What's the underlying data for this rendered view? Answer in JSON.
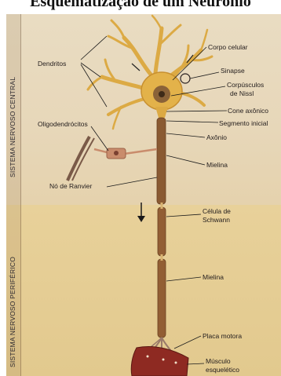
{
  "title": "Esquematização de um Neurônio",
  "regions": {
    "central": "SISTEMA NERVOSO CENTRAL",
    "peripheral": "SISTEMA NERVOSO PERIFÉRICO"
  },
  "labels": {
    "dendritos": "Dendritos",
    "corpo_celular": "Corpo celular",
    "sinapse": "Sinapse",
    "corpusculos_1": "Corpúsculos",
    "corpusculos_2": "de Nissl",
    "cone_axonico": "Cone axônico",
    "segmento_inicial": "Segmento inicial",
    "oligodendrocitos": "Oligodendrócitos",
    "axonio": "Axônio",
    "mielina_1": "Mielina",
    "no_de_ranvier": "Nó de Ranvier",
    "celula_schwann_1": "Célula de",
    "celula_schwann_2": "Schwann",
    "mielina_2": "Mielina",
    "placa_motora": "Placa motora",
    "musculo_1": "Músculo",
    "musculo_2": "esquelético"
  },
  "colors": {
    "neuron": "#e0b04a",
    "nucleus": "#6e4e2e",
    "myelin": "#8a5a32",
    "muscle": "#8e2a22",
    "oligodendrocyte": "#c98c6c"
  }
}
